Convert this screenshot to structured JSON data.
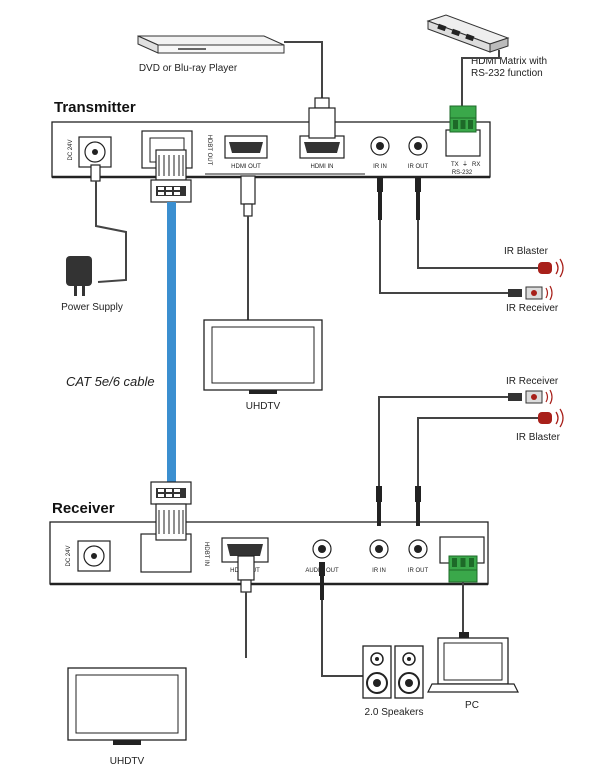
{
  "transmitter": {
    "title": "Transmitter",
    "ports": {
      "dc": "DC 24V",
      "hdbt": "HDBT OUT",
      "hdmi_out": "HDMI OUT",
      "hdmi_in": "HDMI IN",
      "ir_in": "IR IN",
      "ir_out": "IR OUT",
      "rs232_tx": "TX",
      "rs232_rx": "RX",
      "rs232_label": "RS-232"
    }
  },
  "receiver": {
    "title": "Receiver",
    "ports": {
      "dc": "DC 24V",
      "hdbt": "HDBT IN",
      "hdmi_out": "HDMI OUT",
      "audio_out": "AUDIO OUT",
      "ir_in": "IR IN",
      "ir_out": "IR OUT"
    }
  },
  "devices": {
    "dvd": "DVD or Blu-ray Player",
    "matrix_line1": "HDMI Matrix with",
    "matrix_line2": "RS-232 function",
    "power": "Power Supply",
    "tv_top": "UHDTV",
    "tv_bottom": "UHDTV",
    "speakers": "2.0 Speakers",
    "pc": "PC",
    "ir_blaster_top": "IR Blaster",
    "ir_receiver_top": "IR Receiver",
    "ir_receiver_bottom": "IR Receiver",
    "ir_blaster_bottom": "IR Blaster"
  },
  "cable": {
    "label": "CAT 5e/6 cable",
    "color": "#3b8fd0"
  },
  "colors": {
    "terminal_green": "#3aa84a",
    "ir_red": "#a8201a"
  }
}
